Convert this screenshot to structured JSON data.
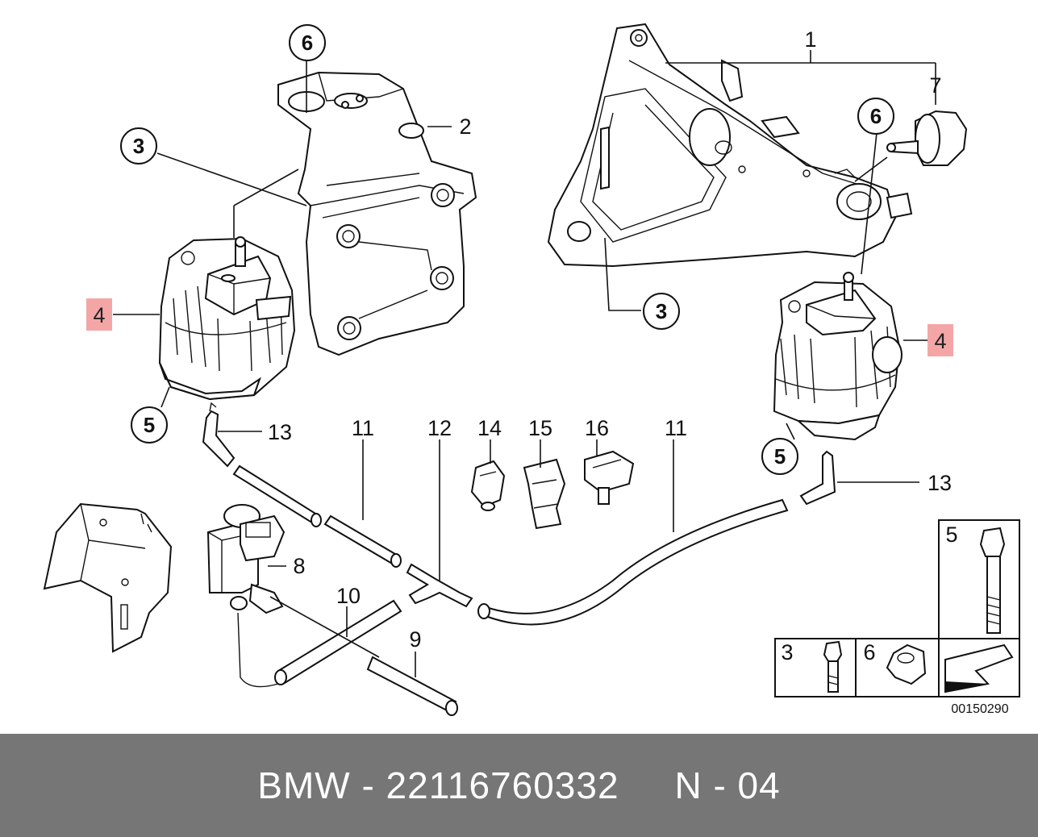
{
  "diagram": {
    "callouts": [
      "1",
      "2",
      "3",
      "3",
      "4",
      "4",
      "5",
      "5",
      "6",
      "6",
      "7",
      "8",
      "9",
      "10",
      "11",
      "11",
      "12",
      "13",
      "13",
      "14",
      "15",
      "16"
    ],
    "highlight_color": "#f4a6a6",
    "legend": {
      "bolt_5": "5",
      "bolt_3": "3",
      "nut_6": "6"
    },
    "drawing_code": "00150290"
  },
  "footer": {
    "text": "BMW - 22116760332     N - 04",
    "bg_color": "#767676"
  }
}
